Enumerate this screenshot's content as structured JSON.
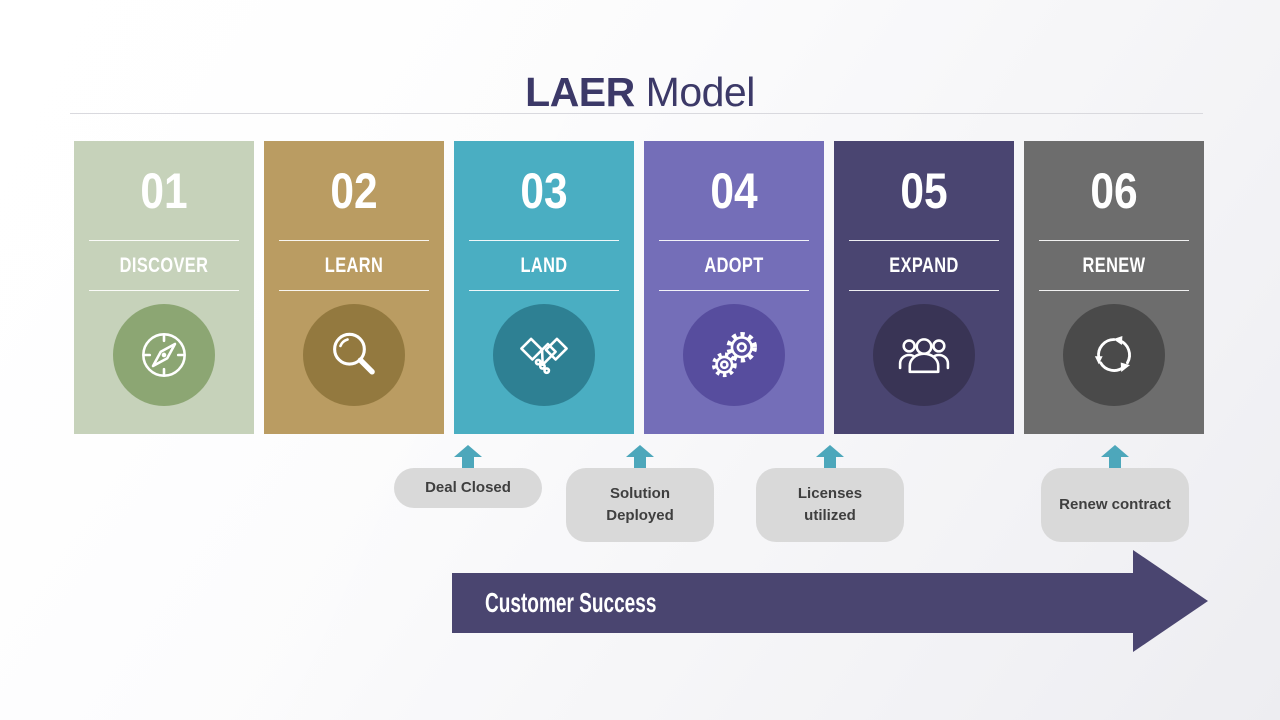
{
  "slide": {
    "title": {
      "primary": "LAER",
      "secondary": "Model",
      "color": "#3C3968"
    },
    "stages": [
      {
        "number": "01",
        "label": "DISCOVER",
        "icon": "compass-icon",
        "bg_color": "#C6D2BA",
        "circle_color": "#8CA673"
      },
      {
        "number": "02",
        "label": "LEARN",
        "icon": "magnifier-icon",
        "bg_color": "#BA9C62",
        "circle_color": "#93793F"
      },
      {
        "number": "03",
        "label": "LAND",
        "icon": "handshake-icon",
        "bg_color": "#4AAEC2",
        "circle_color": "#2E8093"
      },
      {
        "number": "04",
        "label": "ADOPT",
        "icon": "gears-icon",
        "bg_color": "#746EB8",
        "circle_color": "#574D9E"
      },
      {
        "number": "05",
        "label": "EXPAND",
        "icon": "team-icon",
        "bg_color": "#4A4571",
        "circle_color": "#393455"
      },
      {
        "number": "06",
        "label": "RENEW",
        "icon": "renew-cycle-icon",
        "bg_color": "#6D6D6D",
        "circle_color": "#4A4A4A"
      }
    ],
    "milestones": [
      {
        "label": "Deal Closed"
      },
      {
        "label": "Solution Deployed"
      },
      {
        "label": "Licenses utilized"
      },
      {
        "label": "Renew contract"
      }
    ],
    "milestone_arrow_color": "#4DA7BB",
    "footer_arrow": {
      "label": "Customer Success",
      "color": "#4A4570"
    }
  }
}
